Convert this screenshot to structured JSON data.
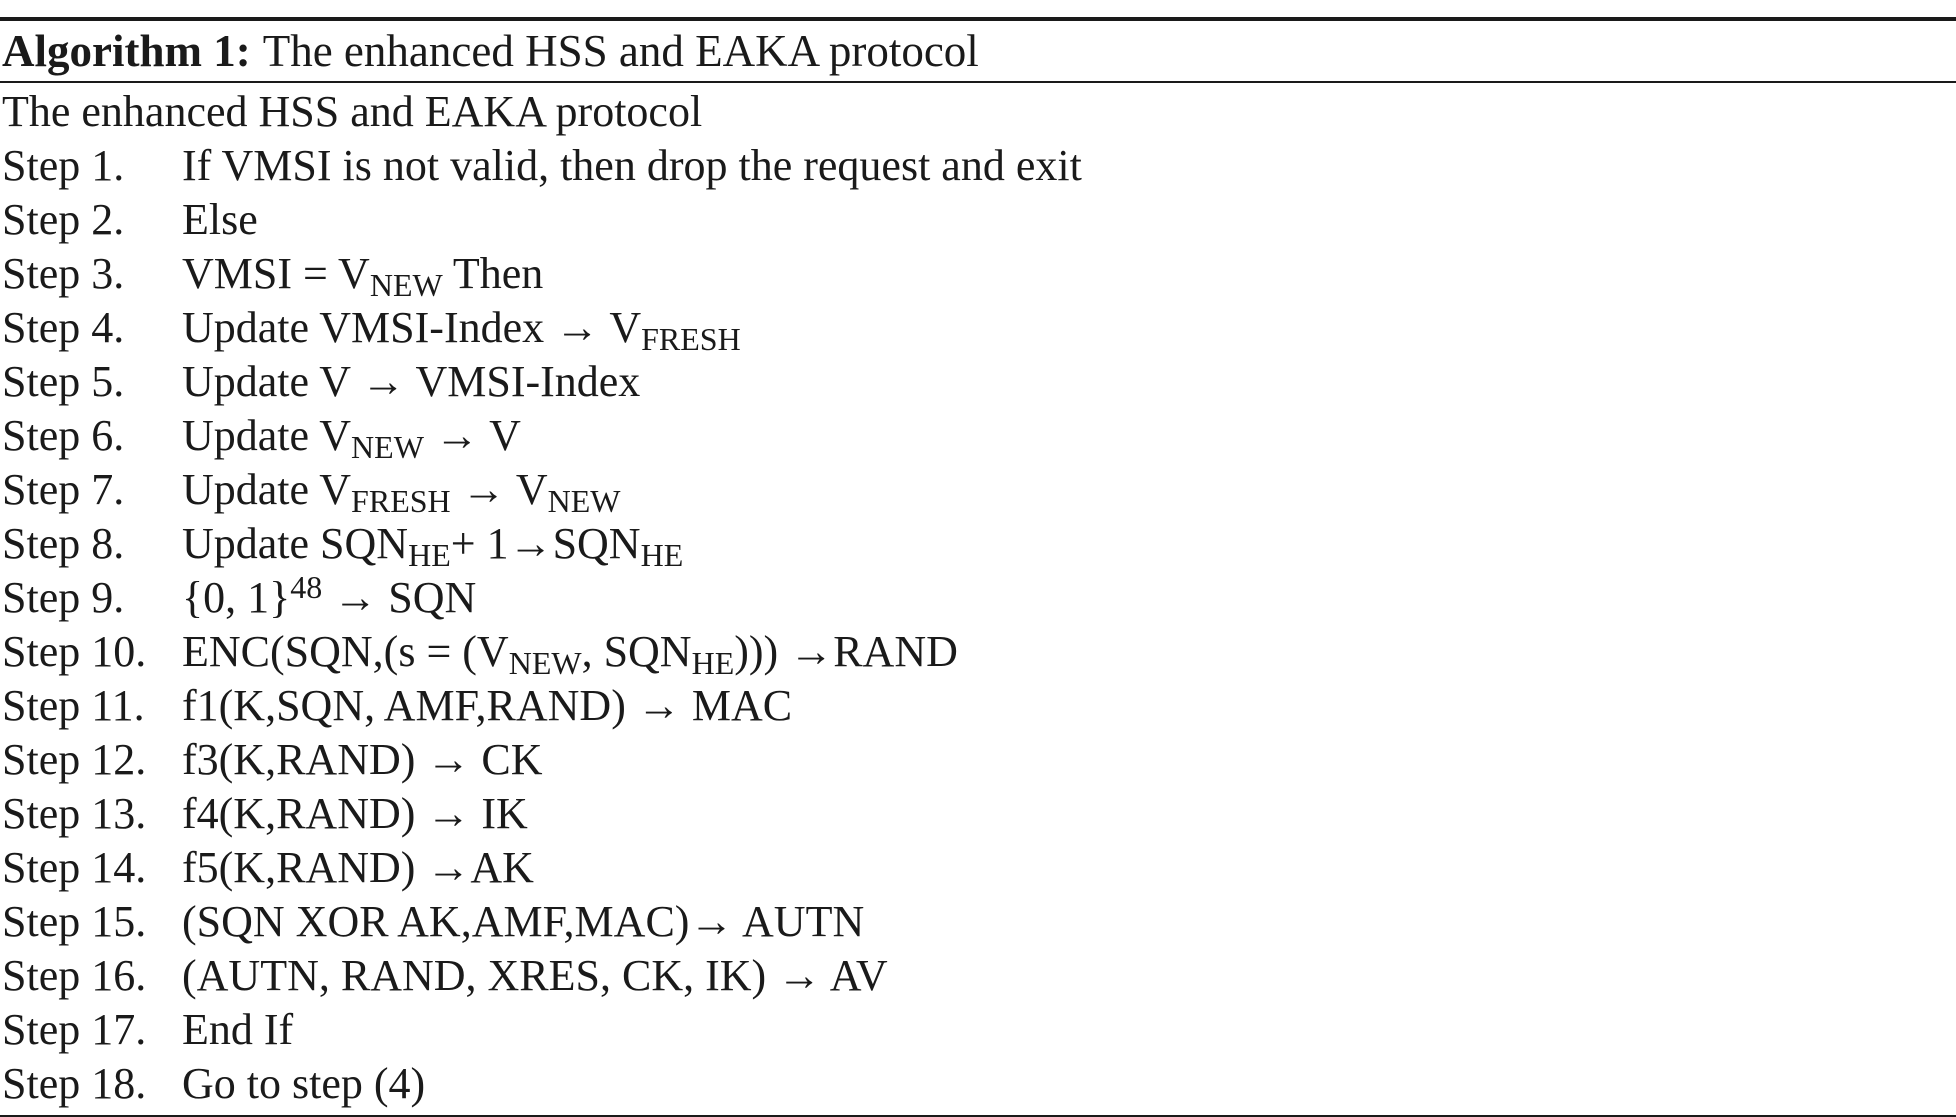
{
  "algorithm": {
    "caption_label": "Algorithm 1:",
    "caption_title": "The enhanced HSS and EAKA protocol",
    "heading": "The enhanced HSS and EAKA protocol",
    "steps": [
      {
        "label": "Step 1.",
        "parts": [
          {
            "t": "If VMSI is not valid, then drop the request and exit"
          }
        ]
      },
      {
        "label": "Step 2.",
        "parts": [
          {
            "t": "Else"
          }
        ]
      },
      {
        "label": "Step 3.",
        "parts": [
          {
            "t": "VMSI = V"
          },
          {
            "t": "NEW",
            "sub": true
          },
          {
            "t": " Then"
          }
        ]
      },
      {
        "label": "Step 4.",
        "parts": [
          {
            "t": "Update VMSI-Index → V"
          },
          {
            "t": "FRESH",
            "sub": true
          }
        ]
      },
      {
        "label": "Step 5.",
        "parts": [
          {
            "t": "Update V → VMSI-Index"
          }
        ]
      },
      {
        "label": "Step 6.",
        "parts": [
          {
            "t": "Update V"
          },
          {
            "t": "NEW",
            "sub": true
          },
          {
            "t": " → V"
          }
        ]
      },
      {
        "label": "Step 7.",
        "parts": [
          {
            "t": "Update V"
          },
          {
            "t": "FRESH",
            "sub": true
          },
          {
            "t": " → V"
          },
          {
            "t": "NEW",
            "sub": true
          }
        ]
      },
      {
        "label": "Step 8.",
        "parts": [
          {
            "t": "Update SQN"
          },
          {
            "t": "HE",
            "sub": true
          },
          {
            "t": "+ 1→SQN"
          },
          {
            "t": "HE",
            "sub": true
          }
        ]
      },
      {
        "label": "Step 9.",
        "parts": [
          {
            "t": "{0, 1}"
          },
          {
            "t": "48",
            "sup": true
          },
          {
            "t": " → SQN"
          }
        ]
      },
      {
        "label": "Step 10.",
        "parts": [
          {
            "t": "ENC(SQN,(s = (V"
          },
          {
            "t": "NEW",
            "sub": true
          },
          {
            "t": ", SQN"
          },
          {
            "t": "HE",
            "sub": true
          },
          {
            "t": "))) →RAND"
          }
        ]
      },
      {
        "label": "Step 11.",
        "parts": [
          {
            "t": "f1(K,SQN, AMF,RAND) → MAC"
          }
        ]
      },
      {
        "label": "Step 12.",
        "parts": [
          {
            "t": "f3(K,RAND) → CK"
          }
        ]
      },
      {
        "label": "Step 13.",
        "parts": [
          {
            "t": "f4(K,RAND) → IK"
          }
        ]
      },
      {
        "label": "Step 14.",
        "parts": [
          {
            "t": "f5(K,RAND) →AK"
          }
        ]
      },
      {
        "label": "Step 15.",
        "parts": [
          {
            "t": "(SQN XOR AK,AMF,MAC)→ AUTN"
          }
        ]
      },
      {
        "label": "Step 16.",
        "parts": [
          {
            "t": "(AUTN, RAND, XRES, CK, IK) → AV"
          }
        ]
      },
      {
        "label": "Step 17.",
        "parts": [
          {
            "t": "End If"
          }
        ]
      },
      {
        "label": "Step 18.",
        "parts": [
          {
            "t": "Go to step (4)"
          }
        ]
      }
    ]
  }
}
